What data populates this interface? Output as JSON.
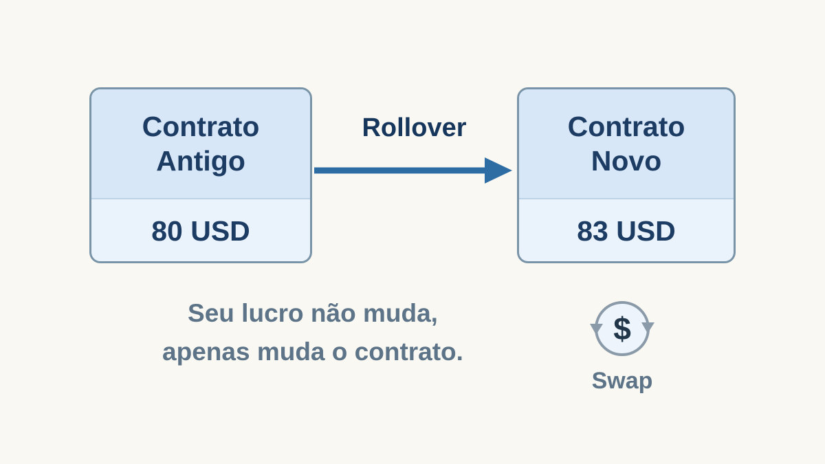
{
  "diagram": {
    "old_contract": {
      "title_line1": "Contrato",
      "title_line2": "Antigo",
      "value": "80 USD"
    },
    "new_contract": {
      "title_line1": "Contrato",
      "title_line2": "Novo",
      "value": "83 USD"
    },
    "arrow_label": "Rollover",
    "caption_line1": "Seu lucro não muda,",
    "caption_line2": "apenas muda o contrato.",
    "swap": {
      "symbol": "$",
      "label": "Swap"
    }
  },
  "colors": {
    "background": "#FAF8F2",
    "box_border": "#7A94A7",
    "box_header_bg": "#D7E7F8",
    "box_body_bg": "#EAF3FC",
    "title_text": "#1D3C63",
    "arrow": "#2E6CA4",
    "caption_text": "#5D7488",
    "swap_icon_stroke": "#8A9AA8"
  }
}
